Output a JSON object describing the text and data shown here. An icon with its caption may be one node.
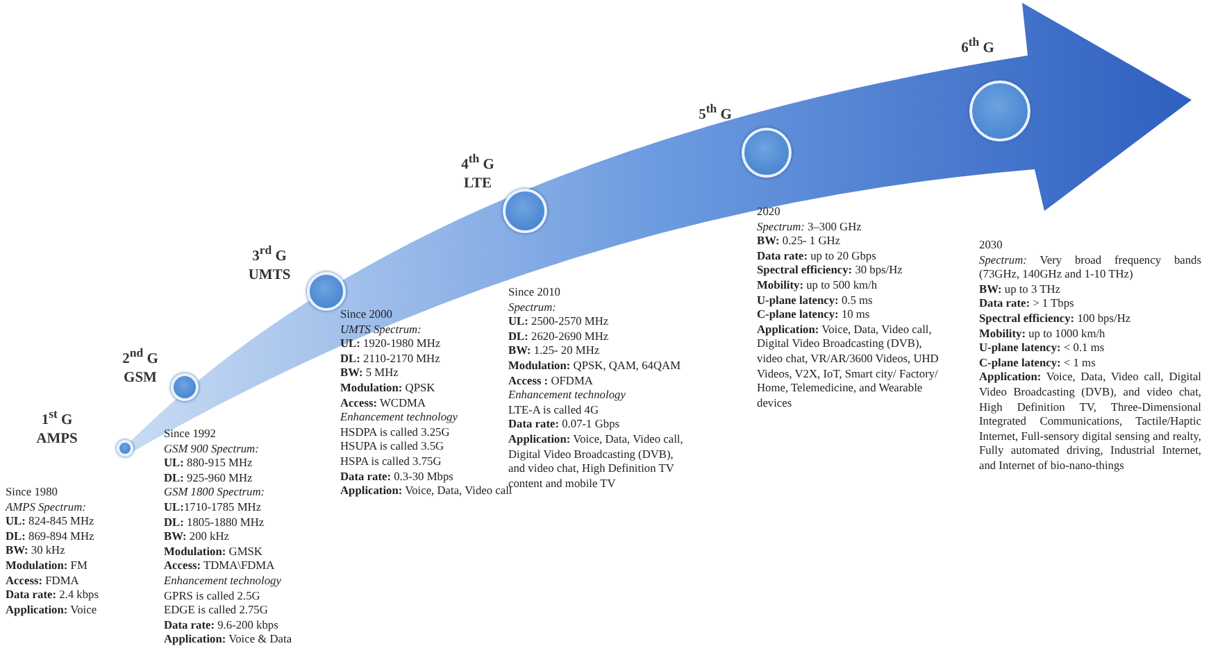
{
  "diagram": {
    "nodes": [
      {
        "text": [],
        "shape": "circle",
        "beside": [
          "1$^{st}$ G AMPS",
          "Since 1980",
          "*AMPS Spectrum:*",
          "**UL:** 824-845 MHz",
          "**DL:** 869-894 MHz",
          "**BW:** 30 kHz",
          "**Modulation:** FM",
          "**Access:** FDMA",
          "**Data rate:** 2.4 kbps",
          "**Application:** Voice"
        ]
      },
      {
        "text": [],
        "shape": "circle",
        "beside": [
          "2$^{nd}$ G GSM",
          "Since 1992",
          "*GSM 900 Spectrum:*",
          "**UL:** 880-915 MHz",
          "**DL:** 925-960 MHz",
          "*GSM 1800 Spectrum:*",
          "**UL:**1710-1785 MHz",
          "**DL:** 1805-1880 MHz",
          "**BW:** 200 kHz",
          "**Modulation:** GMSK",
          "**Access:** TDMA\\FDMA",
          "*Enhancement technology*",
          "GPRS is called 2.5G",
          "EDGE is called 2.75G",
          "**Data rate:** 9.6-200 kbps",
          "**Application:** Voice & Data"
        ]
      },
      {
        "text": [],
        "shape": "circle",
        "beside": [
          "3$^{rd}$ G UMTS",
          "Since 2000",
          "*UMTS Spectrum:*",
          "**UL:** 1920-1980 MHz",
          "**DL:** 2110-2170 MHz",
          "**BW:** 5 MHz",
          "**Modulation:** QPSK",
          "**Access:** WCDMA",
          "*Enhancement technology*",
          "HSDPA is called 3.25G",
          "HSUPA is called 3.5G",
          "HSPA is called 3.75G",
          "**Data rate:** 0.3-30 Mbps",
          "**Application:** Voice, Data, Video call"
        ]
      },
      {
        "text": [],
        "shape": "circle",
        "beside": [
          "4$^{th}$ G LTE",
          "Since 2010",
          "*Spectrum:*",
          "**UL:** 2500-2570 MHz",
          "**DL:** 2620-2690 MHz",
          "**BW:** 1.25- 20 MHz",
          "**Modulation:** QPSK, QAM, 64QAM",
          "**Access :** OFDMA",
          "*Enhancement technology*",
          "LTE-A is called 4G",
          "**Data rate:** 0.07-1 Gbps",
          "**Application:** Voice, Data, Video call, Digital Video Broadcasting (DVB), and video chat, High Definition TV content and mobile TV"
        ]
      },
      {
        "text": [],
        "shape": "circle",
        "beside": [
          "5$^{th}$ G",
          "2020",
          "*Spectrum:* 3–300 GHz",
          "**BW:** 0.25- 1 GHz",
          "**Data rate:** up to 20 Gbps",
          "**Spectral efficiency:** 30 bps/Hz",
          "**Mobility:** up to 500 km/h",
          "**U-plane latency:** 0.5 ms",
          "**C-plane latency:** 10 ms",
          "**Application:** Voice, Data, Video call, Digital Video Broadcasting (DVB), video chat, VR/AR/3600 Videos, UHD Videos, V2X, IoT, Smart city/ Factory/ Home, Telemedicine, and Wearable devices"
        ]
      },
      {
        "text": [],
        "shape": "circle",
        "beside": [
          "6$^{th}$ G",
          "2030",
          "*Spectrum:* Very broad frequency bands (73GHz, 140GHz and 1-10 THz)",
          "**BW:** up to 3 THz",
          "**Data rate:** > 1 Tbps",
          "**Spectral efficiency:** 100 bps/Hz",
          "**Mobility:** up to 1000 km/h",
          "**U-plane latency:** < 0.1 ms",
          "**C-plane latency:** < 1 ms",
          "**Application:** Voice, Data, Video call, Digital Video Broadcasting (DVB), and video chat, High Definition TV, Three-Dimensional Integrated Communications, Tactile/Haptic Internet, Full-sensory digital sensing and realty, Fully automated driving, Industrial Internet, and Internet of bio-nano-things"
        ]
      }
    ]
  }
}
